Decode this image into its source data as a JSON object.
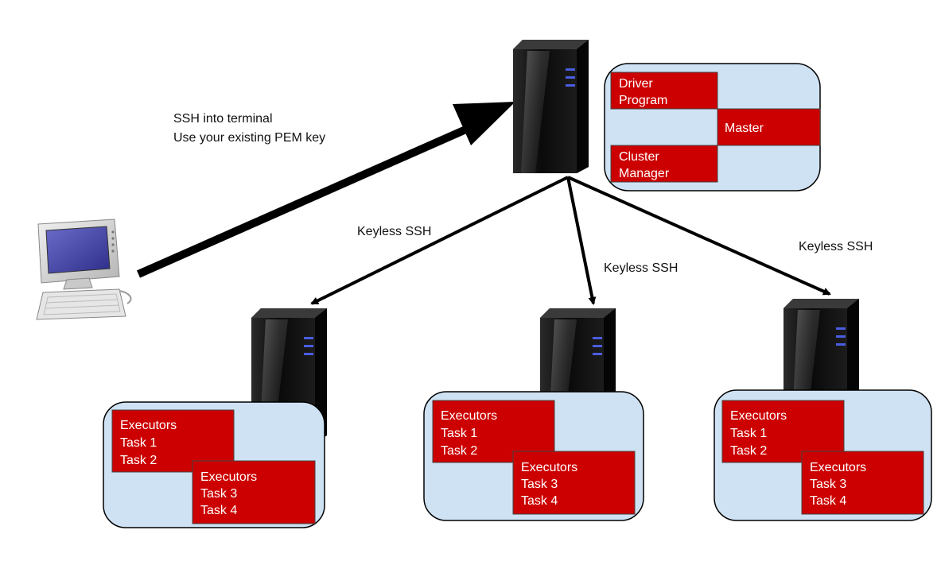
{
  "colors": {
    "panel_fill": "#cfe2f3",
    "panel_stroke": "#000000",
    "box_fill": "#cc0000",
    "arrow": "#000000"
  },
  "client": {
    "icon": "desktop-computer-icon",
    "label_line1": "SSH into terminal",
    "label_line2": "Use your existing PEM key"
  },
  "master": {
    "icon": "server-tower-icon",
    "driver_line1": "Driver",
    "driver_line2": "Program",
    "master_label": "Master",
    "cluster_line1": "Cluster",
    "cluster_line2": "Manager"
  },
  "links": [
    {
      "label": "Keyless SSH"
    },
    {
      "label": "Keyless SSH"
    },
    {
      "label": "Keyless SSH"
    }
  ],
  "workers": [
    {
      "icon": "server-tower-icon",
      "exec1": {
        "title": "Executors",
        "task_a": "Task 1",
        "task_b": "Task 2"
      },
      "exec2": {
        "title": "Executors",
        "task_a": "Task 3",
        "task_b": "Task 4"
      }
    },
    {
      "icon": "server-tower-icon",
      "exec1": {
        "title": "Executors",
        "task_a": "Task 1",
        "task_b": "Task 2"
      },
      "exec2": {
        "title": "Executors",
        "task_a": "Task 3",
        "task_b": "Task 4"
      }
    },
    {
      "icon": "server-tower-icon",
      "exec1": {
        "title": "Executors",
        "task_a": "Task 1",
        "task_b": "Task 2"
      },
      "exec2": {
        "title": "Executors",
        "task_a": "Task 3",
        "task_b": "Task 4"
      }
    }
  ]
}
